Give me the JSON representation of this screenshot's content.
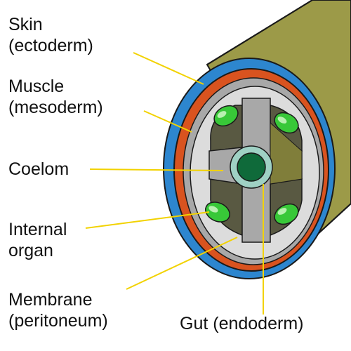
{
  "labels": {
    "skin": [
      "Skin",
      "(ectoderm)"
    ],
    "muscle": [
      "Muscle",
      "(mesoderm)"
    ],
    "coelom": [
      "Coelom"
    ],
    "internal_organ": [
      "Internal",
      "organ"
    ],
    "membrane": [
      "Membrane",
      "(peritoneum)"
    ],
    "gut": [
      "Gut (endoderm)"
    ]
  },
  "colors": {
    "tube_body": "#9c9a48",
    "tube_shadow": "#807e3a",
    "skin": "#2d86cf",
    "muscle": "#d9531f",
    "membrane": "#a8a8a8",
    "membrane_light": "#dcdcdc",
    "coelom": "#595942",
    "organ": "#38c838",
    "organ_highlight": "#b9f0b0",
    "gut_outer": "#9fd1c4",
    "gut_inner": "#0f6a3a",
    "leader_line": "#f2d200",
    "outline": "#1a1a1a"
  }
}
